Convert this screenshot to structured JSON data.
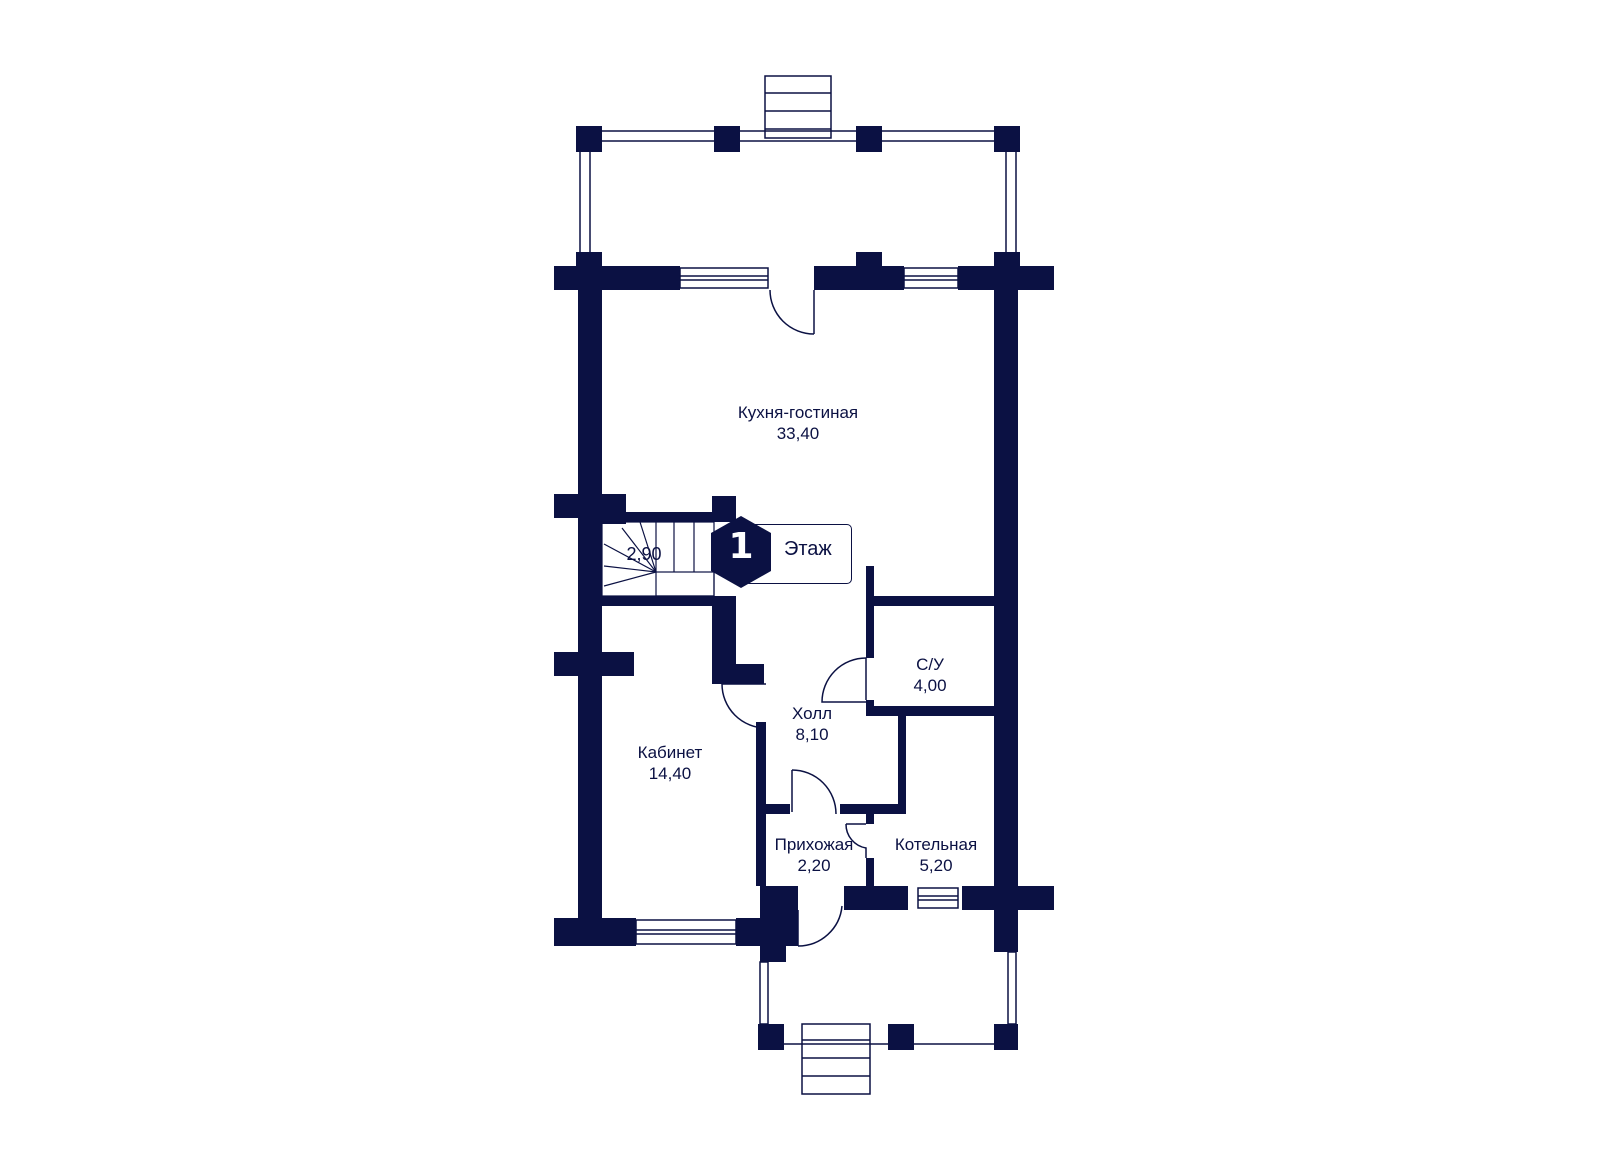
{
  "colors": {
    "wall": "#0b1143",
    "background": "#ffffff"
  },
  "rooms": [
    {
      "id": "kitchen",
      "name": "Кухня-гостиная",
      "area": "33,40"
    },
    {
      "id": "wc",
      "name": "С/У",
      "area": "4,00"
    },
    {
      "id": "hall",
      "name": "Холл",
      "area": "8,10"
    },
    {
      "id": "study",
      "name": "Кабинет",
      "area": "14,40"
    },
    {
      "id": "entry",
      "name": "Прихожая",
      "area": "2,20"
    },
    {
      "id": "boiler",
      "name": "Котельная",
      "area": "5,20"
    }
  ],
  "stairs": {
    "area": "2,90"
  },
  "floor": {
    "number": "1",
    "label": "Этаж"
  }
}
